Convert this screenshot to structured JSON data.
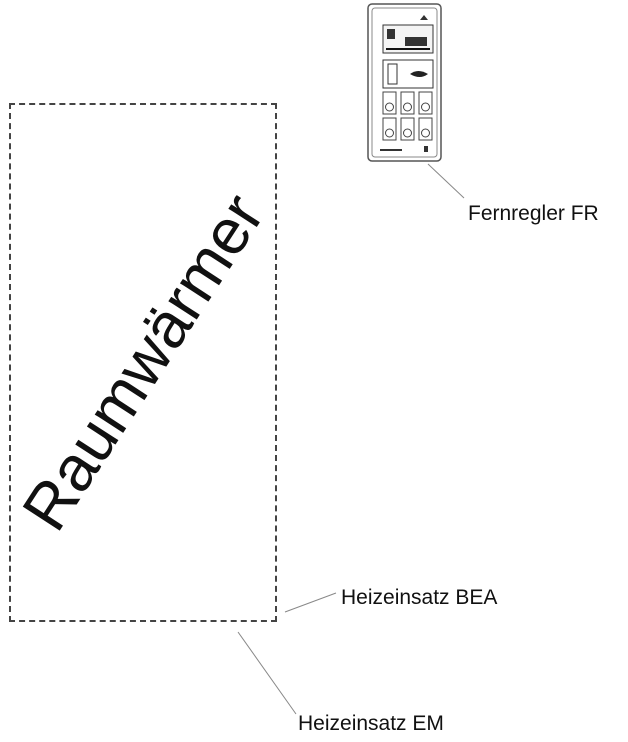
{
  "diagram": {
    "main_label": "Raumwärmer",
    "callouts": {
      "remote_controller": "Fernregler FR",
      "heater_bea": "Heizeinsatz BEA",
      "heater_em": "Heizeinsatz EM"
    }
  }
}
